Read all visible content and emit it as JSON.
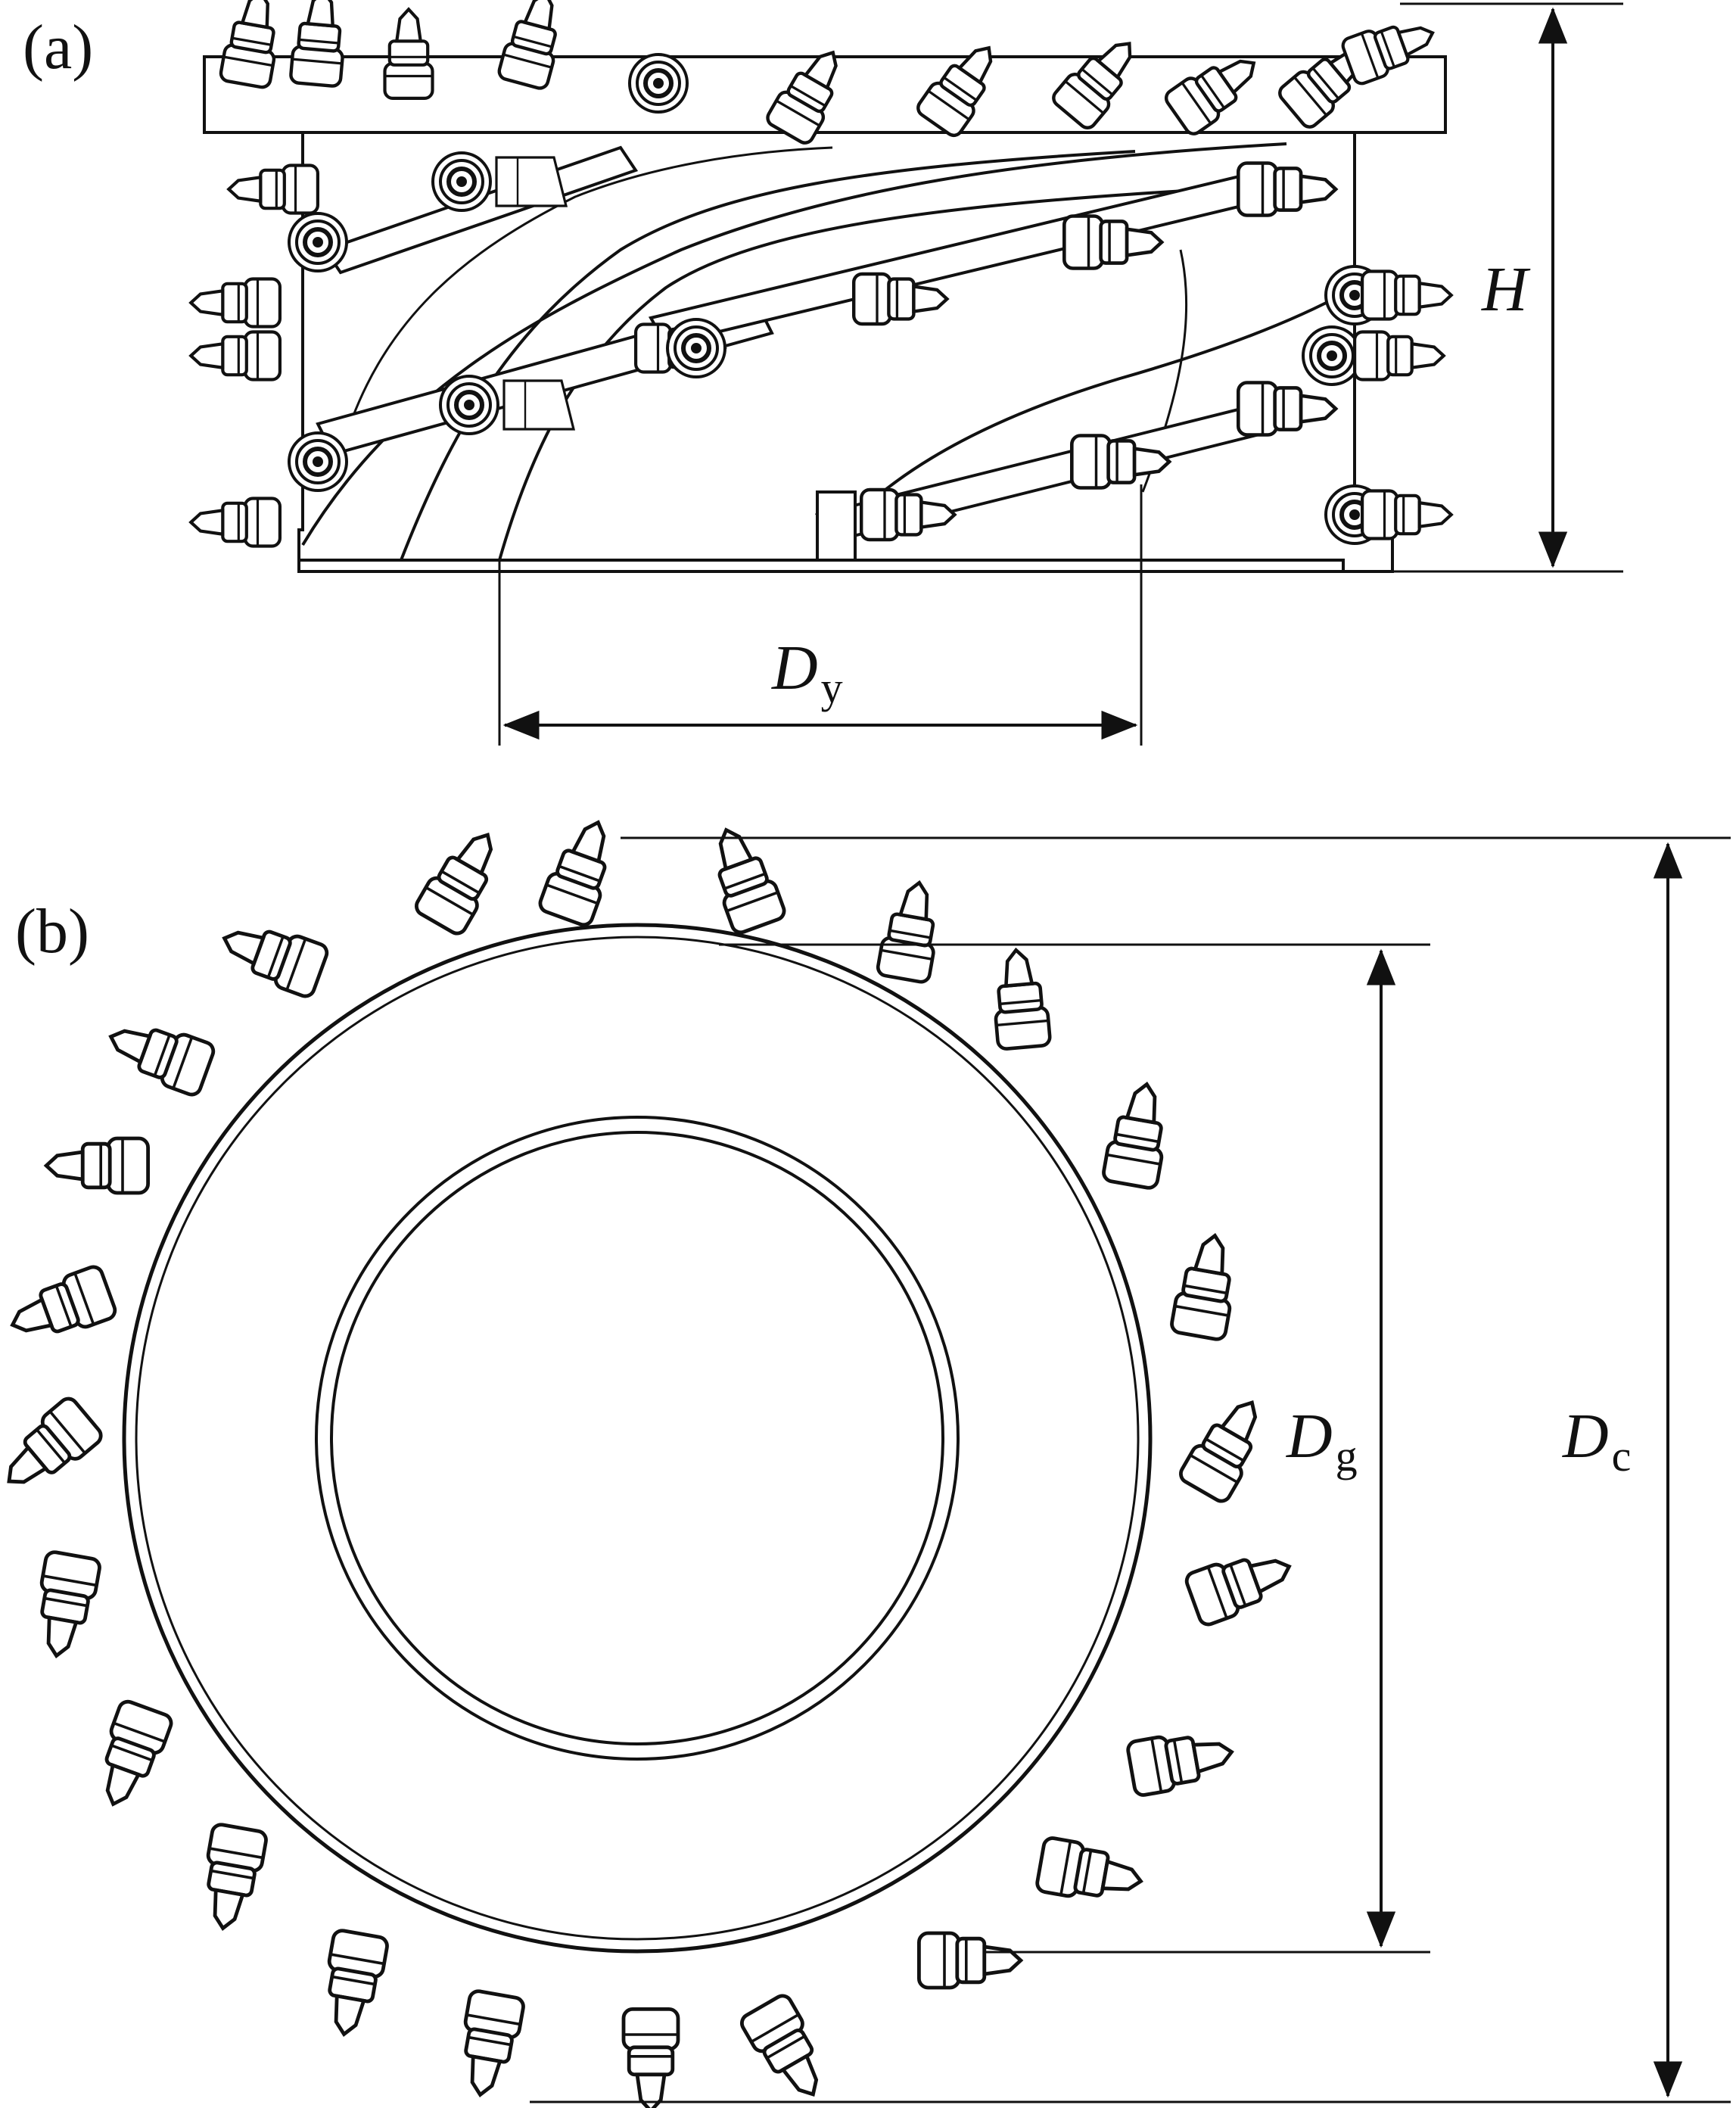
{
  "panels": {
    "a": {
      "label": "(a)"
    },
    "b": {
      "label": "(b)"
    }
  },
  "dimensions": {
    "H": {
      "symbol": "H",
      "subscript": ""
    },
    "Dy": {
      "symbol": "D",
      "subscript": "y"
    },
    "Dg": {
      "symbol": "D",
      "subscript": "g"
    },
    "Dc": {
      "symbol": "D",
      "subscript": "c"
    }
  },
  "colors": {
    "line": "#111111",
    "background": "#ffffff"
  }
}
